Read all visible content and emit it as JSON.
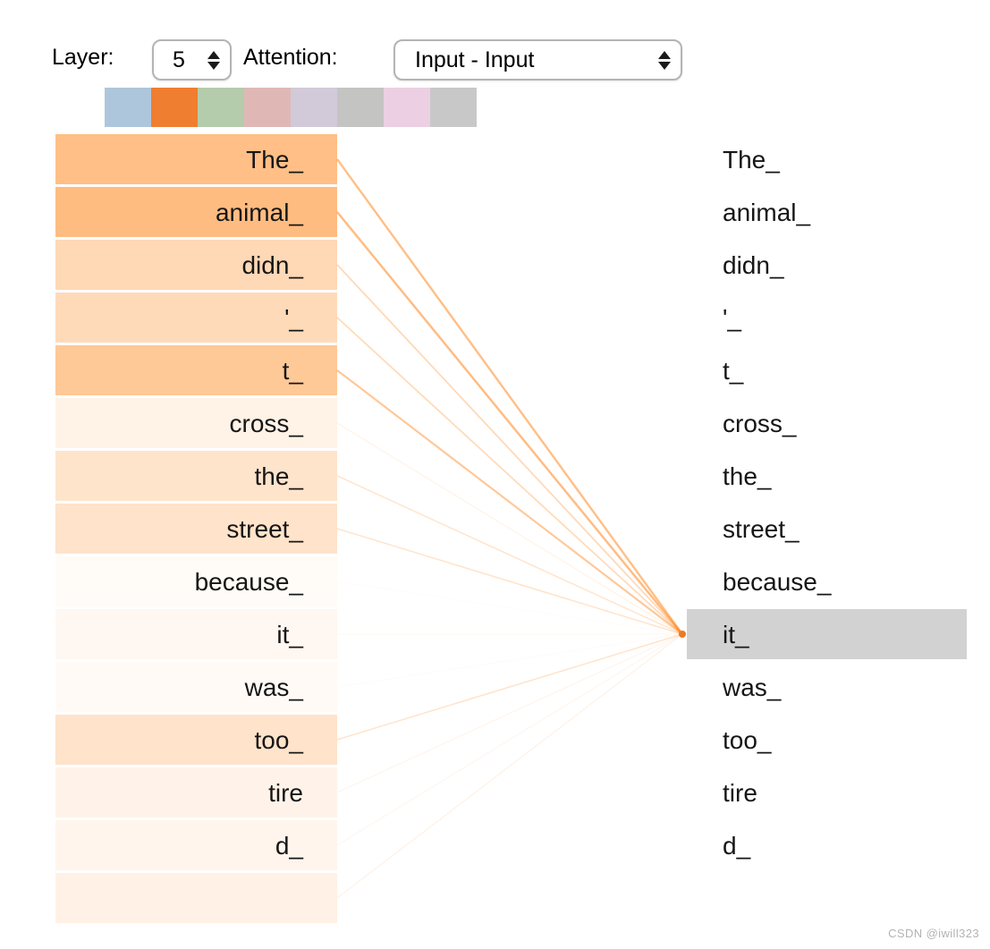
{
  "controls": {
    "layer_label": "Layer:",
    "layer_value": "5",
    "attention_label": "Attention:",
    "attention_value": "Input - Input"
  },
  "heads": [
    {
      "name": "head-1",
      "color": "#aec6dc",
      "selected": false
    },
    {
      "name": "head-2",
      "color": "#f07e31",
      "selected": true
    },
    {
      "name": "head-3",
      "color": "#b4ccab",
      "selected": false
    },
    {
      "name": "head-4",
      "color": "#dfb8b6",
      "selected": false
    },
    {
      "name": "head-5",
      "color": "#d2cad8",
      "selected": false
    },
    {
      "name": "head-6",
      "color": "#c4c4c2",
      "selected": false
    },
    {
      "name": "head-7",
      "color": "#eccfe3",
      "selected": false
    },
    {
      "name": "head-8",
      "color": "#c8c8c8",
      "selected": false
    }
  ],
  "attention": {
    "selected_query_token": "it_",
    "left_tokens": [
      {
        "text": "The_",
        "weight": 0.5
      },
      {
        "text": "animal_",
        "weight": 0.52
      },
      {
        "text": "didn_",
        "weight": 0.3
      },
      {
        "text": "'_",
        "weight": 0.29
      },
      {
        "text": "t_",
        "weight": 0.43
      },
      {
        "text": "cross_",
        "weight": 0.1
      },
      {
        "text": "the_",
        "weight": 0.21
      },
      {
        "text": "street_",
        "weight": 0.22
      },
      {
        "text": "because_",
        "weight": 0.03
      },
      {
        "text": "it_",
        "weight": 0.06
      },
      {
        "text": "was_",
        "weight": 0.04
      },
      {
        "text": "too_",
        "weight": 0.22
      },
      {
        "text": "tire",
        "weight": 0.09
      },
      {
        "text": "d_",
        "weight": 0.08
      },
      {
        "text": "",
        "weight": 0.11
      }
    ],
    "right_tokens": [
      {
        "text": "The_",
        "selected": false
      },
      {
        "text": "animal_",
        "selected": false
      },
      {
        "text": "didn_",
        "selected": false
      },
      {
        "text": "'_",
        "selected": false
      },
      {
        "text": "t_",
        "selected": false
      },
      {
        "text": "cross_",
        "selected": false
      },
      {
        "text": "the_",
        "selected": false
      },
      {
        "text": "street_",
        "selected": false
      },
      {
        "text": "because_",
        "selected": false
      },
      {
        "text": "it_",
        "selected": true
      },
      {
        "text": "was_",
        "selected": false
      },
      {
        "text": "too_",
        "selected": false
      },
      {
        "text": "tire",
        "selected": false
      },
      {
        "text": "d_",
        "selected": false
      },
      {
        "text": "",
        "selected": false
      }
    ]
  },
  "colors": {
    "attention_line": "#ff7f0e",
    "selected_token_bg": "#d2d2d2",
    "focus_dot": "#ec7a24"
  },
  "watermark": "CSDN @iwill323"
}
